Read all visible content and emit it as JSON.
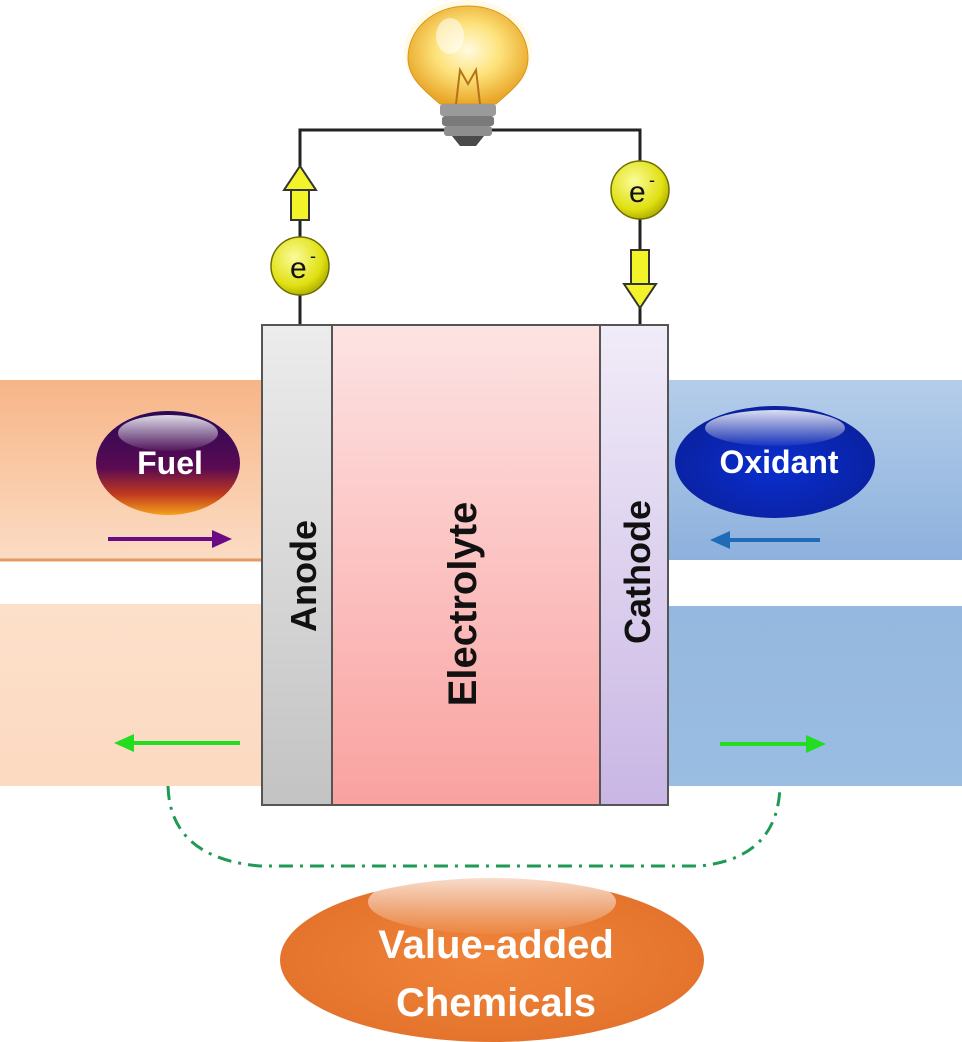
{
  "electron": {
    "symbol": "e",
    "superscript": "-"
  },
  "components": {
    "anode": "Anode",
    "electrolyte": "Electrolyte",
    "cathode": "Cathode"
  },
  "inputs": {
    "fuel": "Fuel",
    "oxidant": "Oxidant"
  },
  "product": {
    "line1": "Value-added",
    "line2": "Chemicals"
  },
  "icons": [
    "light-bulb-icon",
    "electron-icon",
    "flow-arrow-icon"
  ],
  "colors": {
    "fuel_stream": "#f6bf97",
    "oxidant_stream": "#9dbde2",
    "anode": "#d2d2d2",
    "electrolyte": "#f9adab",
    "cathode": "#d5c7ea",
    "electron": "#e8e81a",
    "arrow_flow": "#6a0a85",
    "arrow_oxidant": "#1f6bb5",
    "arrow_product": "#22dd22",
    "dash_line": "#1f9a55",
    "product_ellipse": "#ec7d32"
  }
}
